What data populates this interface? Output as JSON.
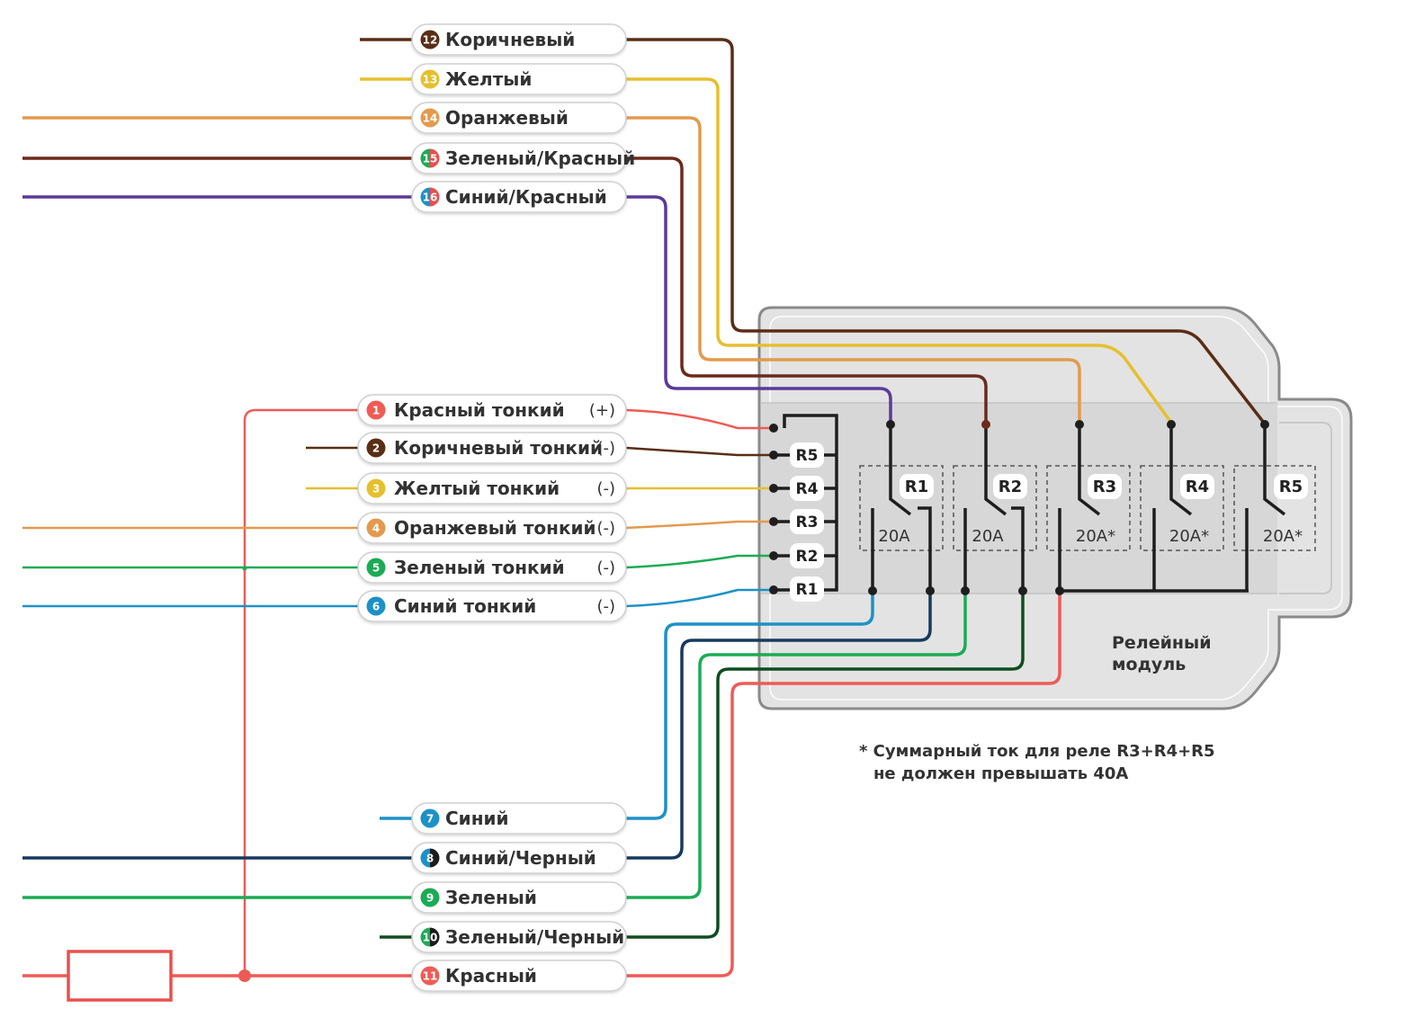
{
  "wires_top": [
    {
      "num": "12",
      "label": "Коричневый",
      "color": "#5a2d16"
    },
    {
      "num": "13",
      "label": "Желтый",
      "color": "#e6bf2e"
    },
    {
      "num": "14",
      "label": "Оранжевый",
      "color": "#e39a4d"
    },
    {
      "num": "15",
      "label": "Зеленый/Красный",
      "color": "#6b2a1c",
      "badge2": "#e8504f",
      "badge1": "#1bab55"
    },
    {
      "num": "16",
      "label": "Синий/Красный",
      "color": "#5b3a98",
      "badge1": "#1d91c7",
      "badge2": "#e8504f"
    }
  ],
  "wires_thin": [
    {
      "num": "1",
      "label": "Красный тонкий",
      "polarity": "(+)",
      "color": "#ee5b55",
      "terminal": ""
    },
    {
      "num": "2",
      "label": "Коричневый тонкий",
      "polarity": "(-)",
      "color": "#5a2d16",
      "terminal": "R5"
    },
    {
      "num": "3",
      "label": "Желтый тонкий",
      "polarity": "(-)",
      "color": "#e6bf2e",
      "terminal": "R4"
    },
    {
      "num": "4",
      "label": "Оранжевый тонкий",
      "polarity": "(-)",
      "color": "#e39a4d",
      "terminal": "R3"
    },
    {
      "num": "5",
      "label": "Зеленый тонкий",
      "polarity": "(-)",
      "color": "#1bab55",
      "terminal": "R2"
    },
    {
      "num": "6",
      "label": "Синий тонкий",
      "polarity": "(-)",
      "color": "#1d91c7",
      "terminal": "R1"
    }
  ],
  "wires_bottom": [
    {
      "num": "7",
      "label": "Синий",
      "color": "#1d91c7"
    },
    {
      "num": "8",
      "label": "Синий/Черный",
      "color": "#173a5e",
      "badge1": "#1d91c7",
      "badge2": "#1a1a1a"
    },
    {
      "num": "9",
      "label": "Зеленый",
      "color": "#1bab55"
    },
    {
      "num": "10",
      "label": "Зеленый/Черный",
      "color": "#0f4d1e",
      "badge1": "#1bab55",
      "badge2": "#1a1a1a"
    },
    {
      "num": "11",
      "label": "Красный",
      "color": "#ee5b55"
    }
  ],
  "relays": [
    {
      "name": "R1",
      "rating": "20A"
    },
    {
      "name": "R2",
      "rating": "20A"
    },
    {
      "name": "R3",
      "rating": "20A*"
    },
    {
      "name": "R4",
      "rating": "20A*"
    },
    {
      "name": "R5",
      "rating": "20A*"
    }
  ],
  "module": {
    "line1": "Релейный",
    "line2": "модуль"
  },
  "note": {
    "line1": "* Суммарный ток для реле R3+R4+R5",
    "line2": "не должен превышать 40А"
  },
  "colors": {
    "module_body": "#e2e2e2",
    "module_stroke": "#8a8a8a",
    "fuse": "#e8504f",
    "pill_stroke": "#d0d0d0"
  }
}
